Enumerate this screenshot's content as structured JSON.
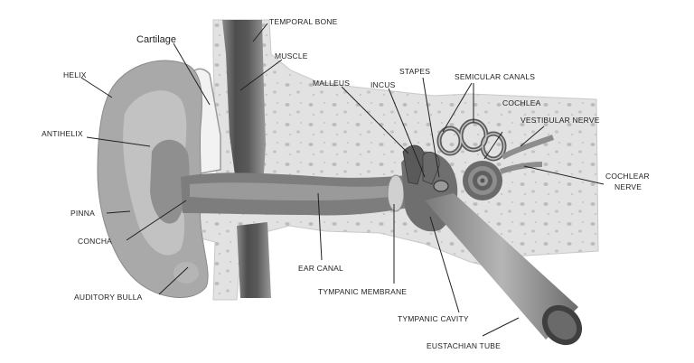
{
  "labels": {
    "temporal_bone": "TEMPORAL BONE",
    "cartilage": "Cartilage",
    "muscle": "MUSCLE",
    "helix": "HELIX",
    "malleus": "MALLEUS",
    "incus": "INCUS",
    "stapes": "STAPES",
    "semicular_canals": "SEMICULAR CANALS",
    "cochlea": "COCHLEA",
    "vestibular_nerve": "VESTIBULAR NERVE",
    "antihelix": "ANTIHELIX",
    "cochlear_nerve_1": "COCHLEAR",
    "cochlear_nerve_2": "NERVE",
    "pinna": "PINNA",
    "concha": "CONCHA",
    "ear_canal": "EAR CANAL",
    "auditory_bulla": "AUDITORY BULLA",
    "tympanic_membrane": "TYMPANIC MEMBRANE",
    "tympanic_cavity": "TYMPANIC CAVITY",
    "eustachian_tube": "EUSTACHIAN TUBE"
  }
}
